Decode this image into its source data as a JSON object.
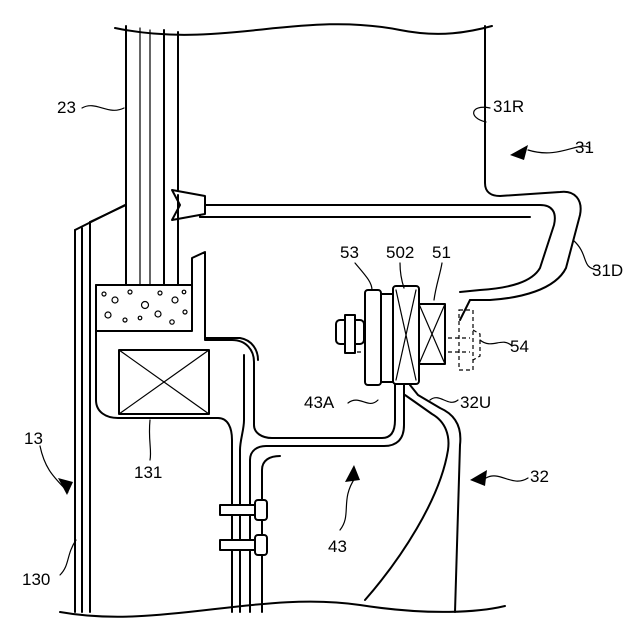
{
  "labels": {
    "l23": "23",
    "l31R": "31R",
    "l31": "31",
    "l31D": "31D",
    "l53": "53",
    "l502": "502",
    "l51": "51",
    "l54": "54",
    "l43A": "43A",
    "l32U": "32U",
    "l32": "32",
    "l13": "13",
    "l131": "131",
    "l43": "43",
    "l130": "130"
  }
}
